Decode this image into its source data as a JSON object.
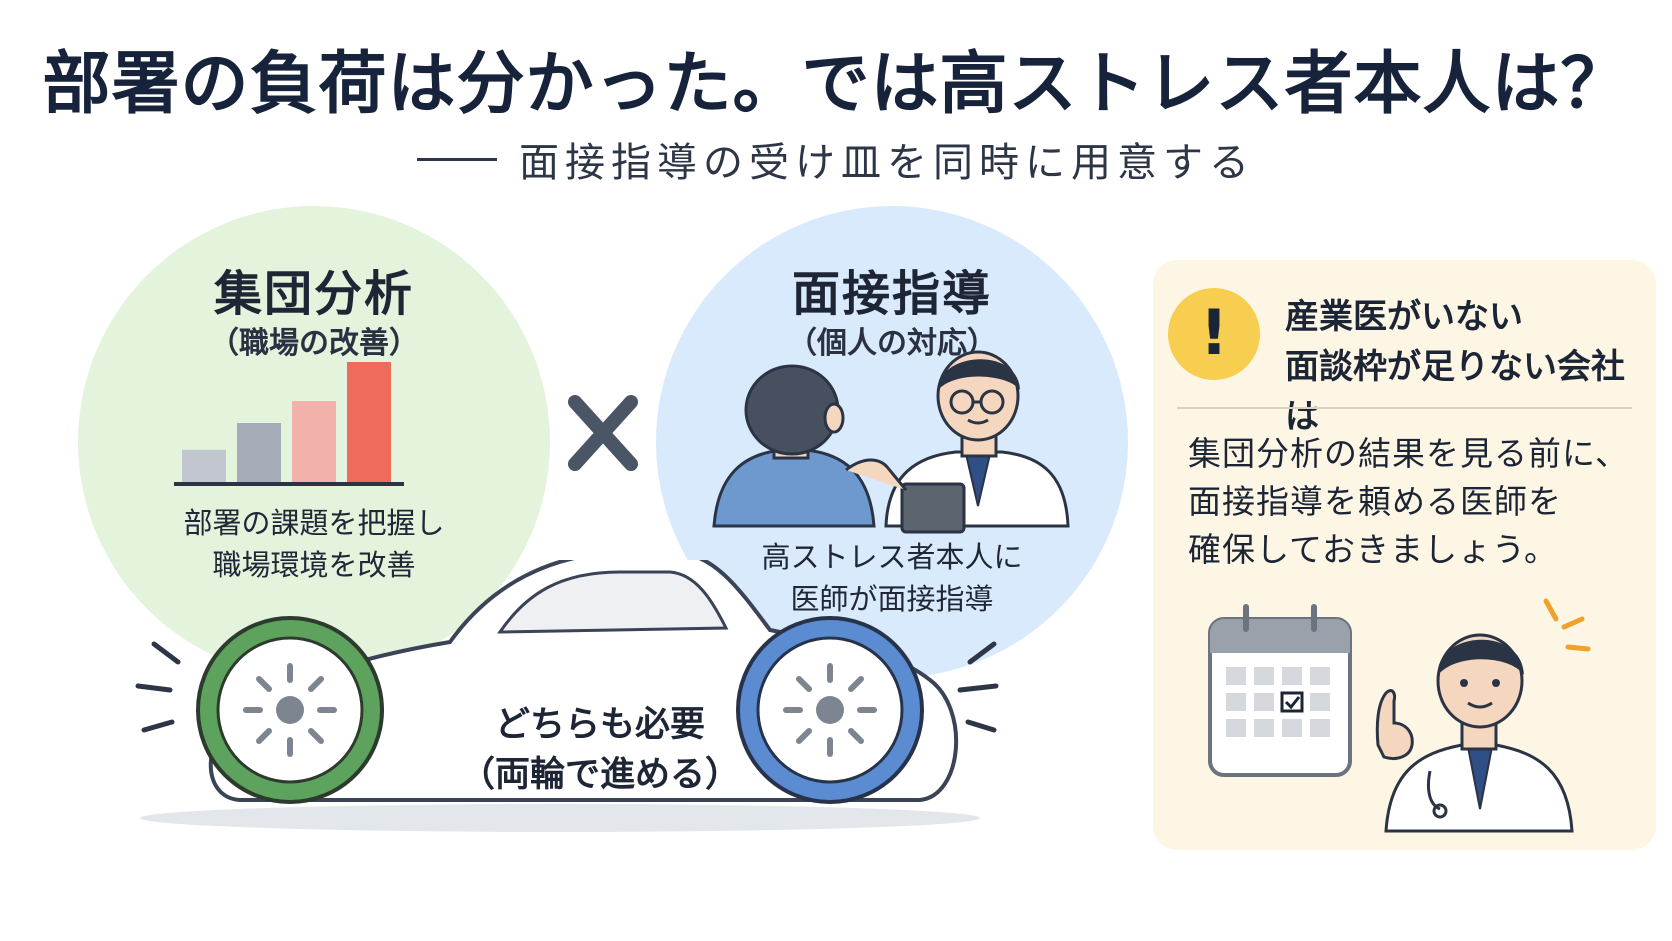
{
  "header": {
    "title": "部署の負荷は分かった。では高ストレス者本人は？",
    "subtitle": "面接指導の受け皿を同時に用意する"
  },
  "left_circle": {
    "title": "集団分析",
    "subtitle": "（職場の改善）",
    "desc_line1": "部署の課題を把握し",
    "desc_line2": "職場環境を改善",
    "bar_levels": [
      0.28,
      0.5,
      0.68,
      1.0
    ],
    "bar_colors": [
      "#c2c7cf",
      "#a7adb8",
      "#f2b2ab",
      "#ef6b5c"
    ]
  },
  "right_circle": {
    "title": "面接指導",
    "subtitle": "（個人の対応）",
    "desc_line1": "高ストレス者本人に",
    "desc_line2": "医師が面接指導"
  },
  "car": {
    "line1": "どちらも必要",
    "line2": "（両輪で進める）",
    "left_wheel_color": "#5da35e",
    "right_wheel_color": "#5b8bd0"
  },
  "panel": {
    "icon": "exclamation-icon",
    "warning_mark": "!",
    "head_line1": "産業医がいない",
    "head_line2": "面談枠が足りない会社は",
    "body_line1": "集団分析の結果を見る前に、",
    "body_line2": "面接指導を頼める医師を",
    "body_line3": "確保しておきましょう。"
  },
  "colors": {
    "green_bg": "#e3f3dc",
    "blue_bg": "#d9eafc",
    "panel_bg": "#fdf6e4",
    "accent_yellow": "#f7ce4f"
  }
}
